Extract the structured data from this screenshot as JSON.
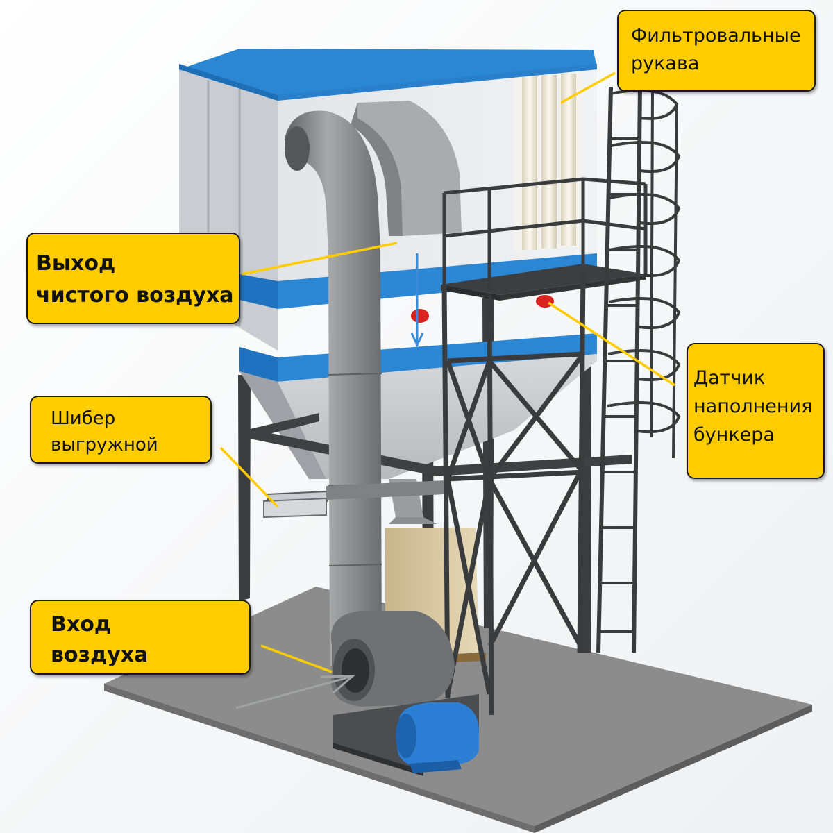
{
  "labels": {
    "filter_sleeves": [
      "Фильтровальные",
      "рукава"
    ],
    "clean_air_outlet": [
      "Выход",
      "чистого воздуха"
    ],
    "discharge_gate": [
      "Шибер",
      "выгружной"
    ],
    "hopper_fill_sensor": [
      "Датчик",
      "наполнения",
      "бункера"
    ],
    "air_inlet": [
      "Вход",
      "воздуха"
    ]
  },
  "colors": {
    "callout_fill": "#ffcc00",
    "roof_blue": "#2b86d3",
    "steel_dark": "#3a3a3c",
    "duct_grey": "#8a8c8e",
    "floor_grey": "#8e8e8e",
    "sensor_red": "#d8231f",
    "motor_blue": "#2d7fd6"
  }
}
